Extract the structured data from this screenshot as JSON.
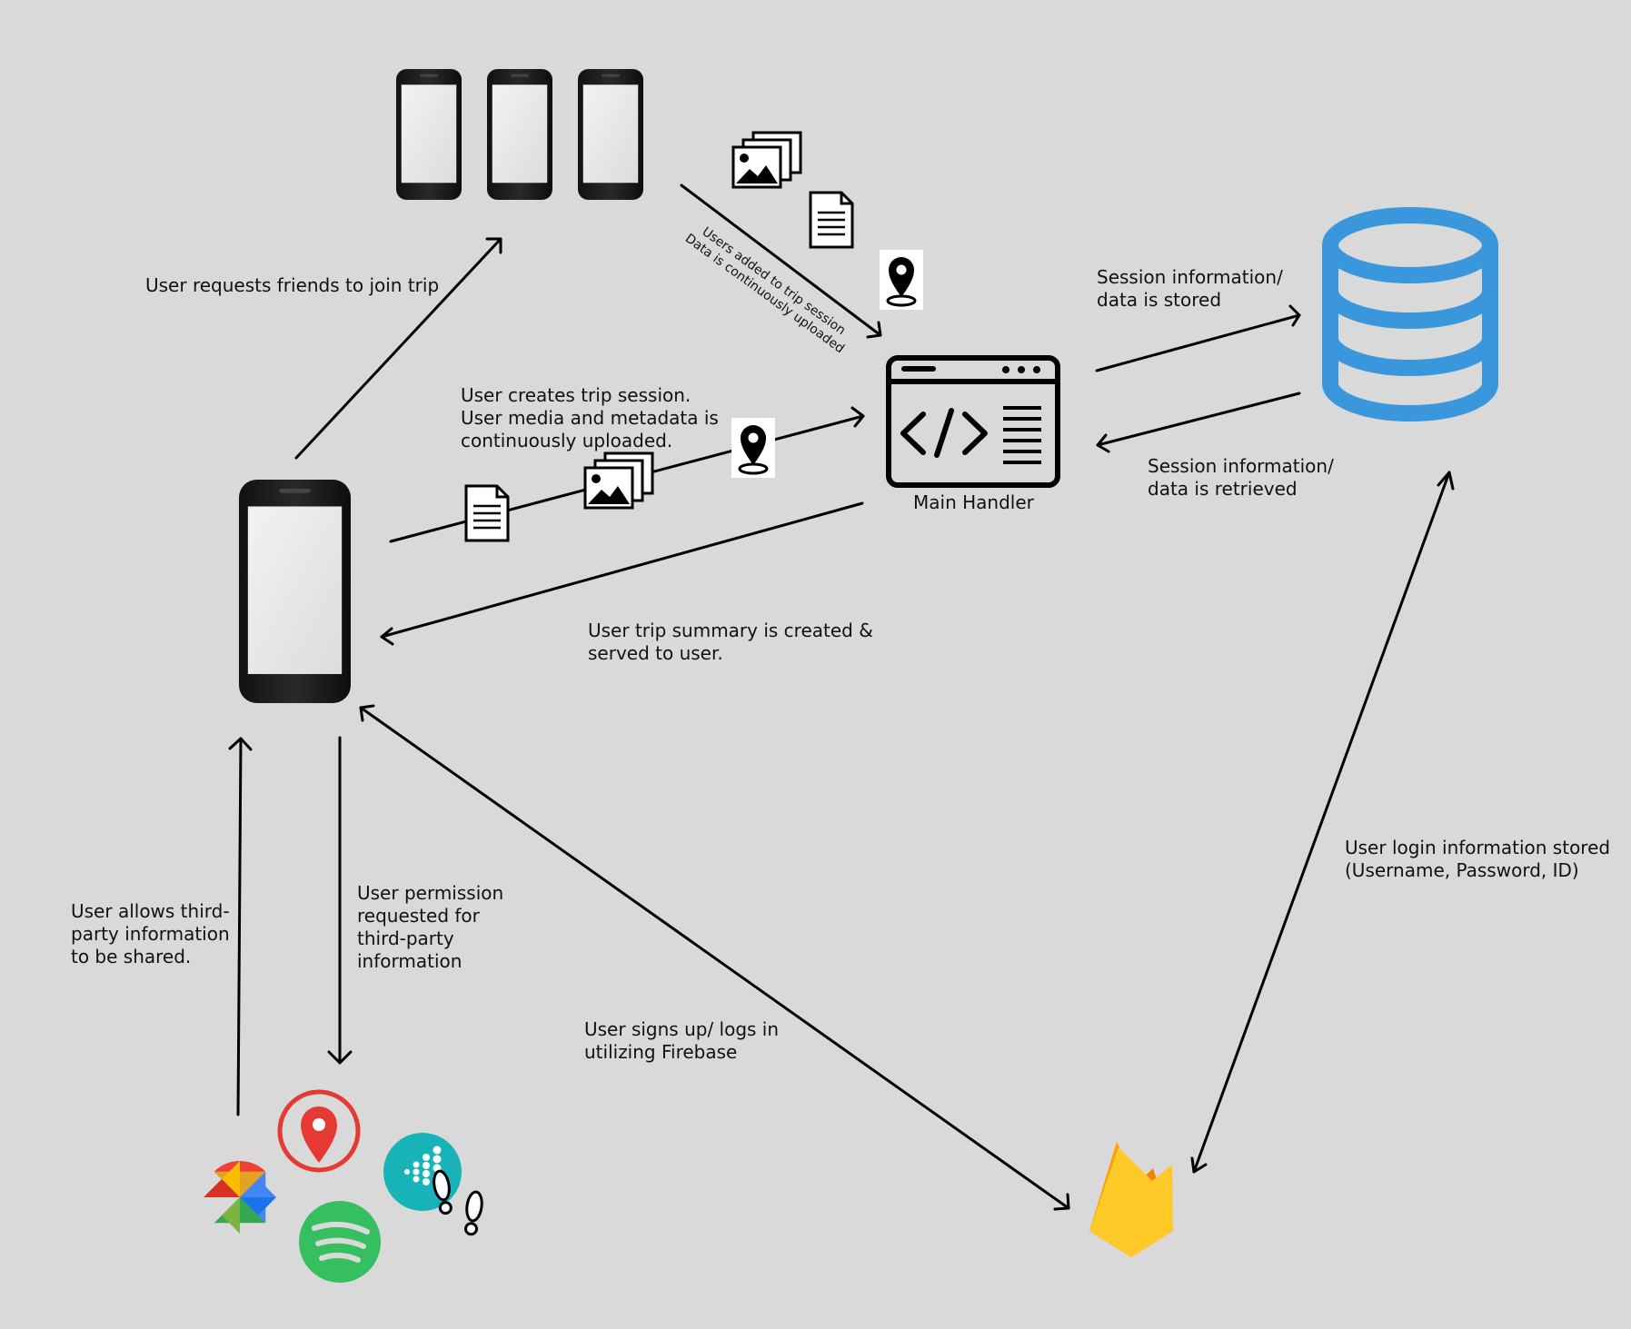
{
  "nodes": {
    "main_handler": "Main Handler"
  },
  "edges": {
    "friends_request": "User requests friends to join trip",
    "users_added": "Users added to trip session\nData is continuously uploaded",
    "create_session": "User creates trip session.\nUser media and metadata is\ncontinuously uploaded.",
    "summary": "User trip summary is created &\nserved to user.",
    "stored": "Session information/\ndata is stored",
    "retrieved": "Session information/\ndata is retrieved",
    "allows_third_party": "User allows third-\nparty information\nto be shared.",
    "permission_requested": "User permission\nrequested for\nthird-party\ninformation",
    "signs_up": "User signs up/ logs in\nutilizing Firebase",
    "login_stored": "User login information stored\n(Username, Password, ID)"
  },
  "colors": {
    "background": "#d9d9d9",
    "database": "#3b97dc",
    "firebase_yellow": "#ffca28",
    "firebase_orange": "#f6820c",
    "maps_red": "#e53935",
    "fitbit_teal": "#18b3b8",
    "spotify_green": "#36bf61"
  },
  "icons": {
    "phone": "smartphone-icon",
    "media": "image-stack-icon",
    "document": "document-icon",
    "location": "location-pin-icon",
    "handler": "code-window-icon",
    "database": "database-icon",
    "firebase": "firebase-icon",
    "photos": "google-photos-icon",
    "maps": "maps-pin-icon",
    "fitbit": "fitbit-icon",
    "spotify": "spotify-icon",
    "footsteps": "footprints-icon"
  }
}
